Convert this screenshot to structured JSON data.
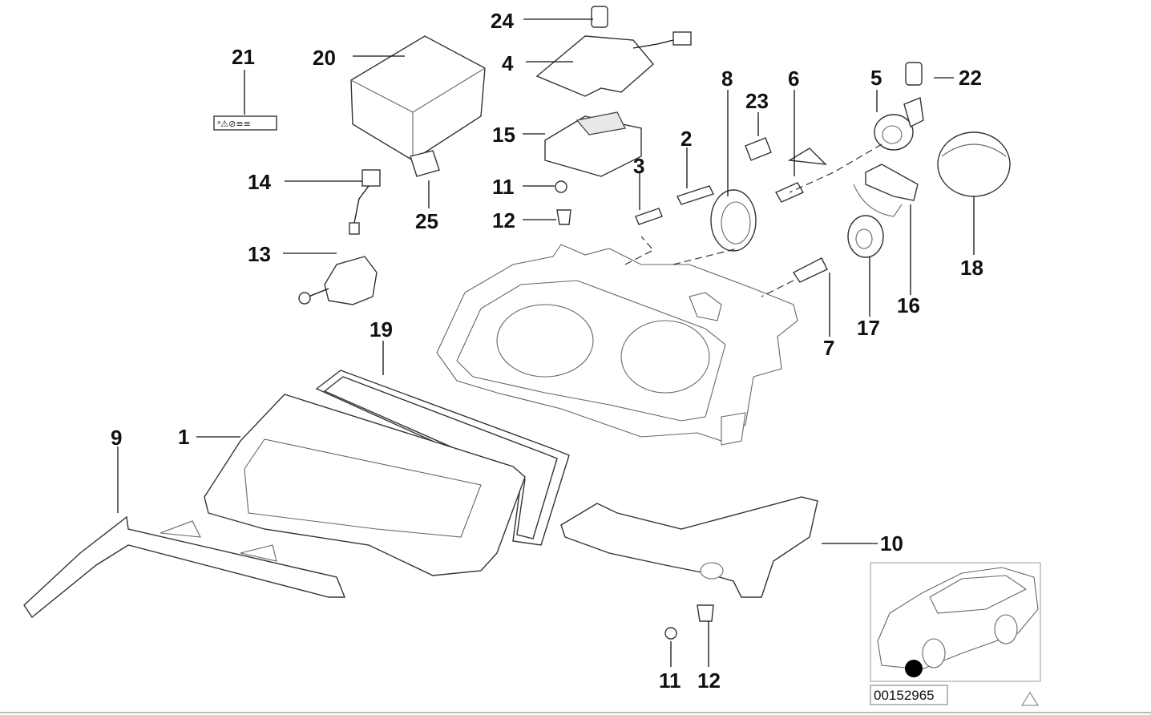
{
  "diagram": {
    "title": "Headlight parts diagram",
    "reference_number": "00152965",
    "callouts": [
      {
        "id": "c1",
        "label": "1"
      },
      {
        "id": "c2",
        "label": "2"
      },
      {
        "id": "c3",
        "label": "3"
      },
      {
        "id": "c4",
        "label": "4"
      },
      {
        "id": "c5",
        "label": "5"
      },
      {
        "id": "c6",
        "label": "6"
      },
      {
        "id": "c7",
        "label": "7"
      },
      {
        "id": "c8",
        "label": "8"
      },
      {
        "id": "c9",
        "label": "9"
      },
      {
        "id": "c10",
        "label": "10"
      },
      {
        "id": "c11a",
        "label": "11"
      },
      {
        "id": "c11b",
        "label": "11"
      },
      {
        "id": "c12a",
        "label": "12"
      },
      {
        "id": "c12b",
        "label": "12"
      },
      {
        "id": "c13",
        "label": "13"
      },
      {
        "id": "c14",
        "label": "14"
      },
      {
        "id": "c15",
        "label": "15"
      },
      {
        "id": "c16",
        "label": "16"
      },
      {
        "id": "c17",
        "label": "17"
      },
      {
        "id": "c18",
        "label": "18"
      },
      {
        "id": "c19",
        "label": "19"
      },
      {
        "id": "c20",
        "label": "20"
      },
      {
        "id": "c21",
        "label": "21"
      },
      {
        "id": "c22",
        "label": "22"
      },
      {
        "id": "c23",
        "label": "23"
      },
      {
        "id": "c24",
        "label": "24"
      },
      {
        "id": "c25",
        "label": "25"
      }
    ]
  }
}
